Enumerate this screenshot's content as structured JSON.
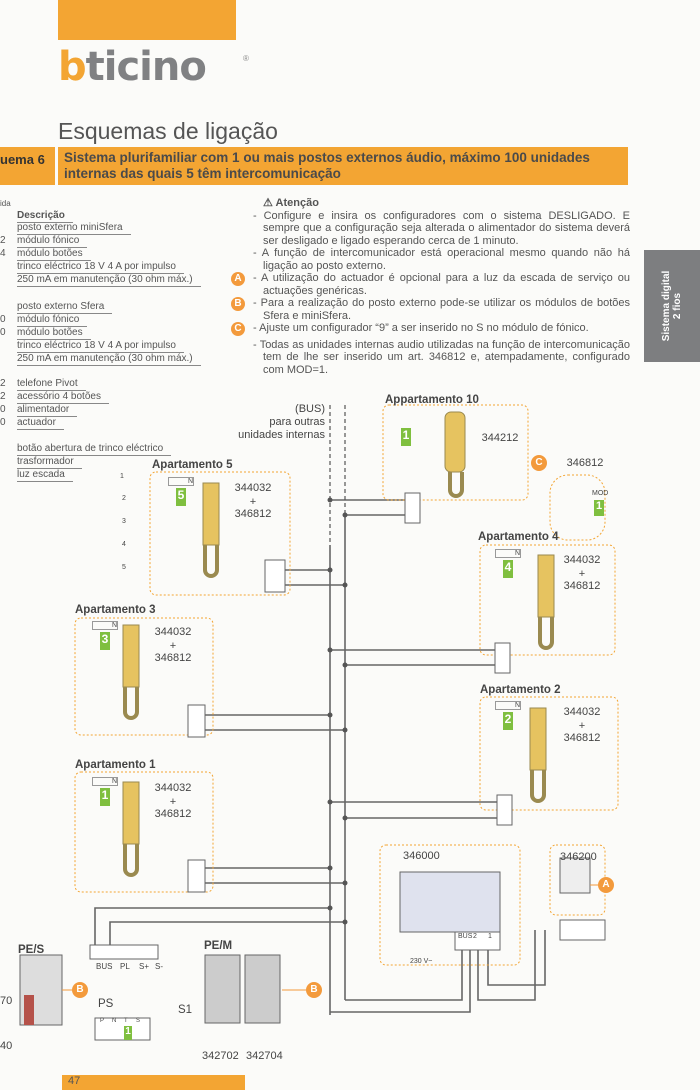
{
  "brand": {
    "logo": "bticino",
    "registered": "®"
  },
  "page_title": "Esquemas de ligação",
  "scheme": {
    "tab": "uema 6",
    "title_line1": "Sistema plurifamiliar com 1 ou mais postos externos áudio, máximo 100 unidades",
    "title_line2": "internas das quais 5 têm intercomunicação"
  },
  "side_tab": {
    "line1": "Sistema digital",
    "line2": "2 fios"
  },
  "legend": {
    "header_cut": "ida",
    "header": "Descrição",
    "rows": [
      {
        "n": "",
        "t": "posto externo miniSfera"
      },
      {
        "n": "2",
        "t": "módulo fónico"
      },
      {
        "n": "4",
        "t": "módulo botões"
      },
      {
        "n": "",
        "t": "trinco eléctrico 18 V 4 A por impulso"
      },
      {
        "n": "",
        "t": "250 mA em manutenção (30 ohm máx.)"
      },
      {
        "n": "",
        "t": "posto externo Sfera"
      },
      {
        "n": "0",
        "t": "módulo fónico"
      },
      {
        "n": "0",
        "t": "módulo botões"
      },
      {
        "n": "",
        "t": "trinco eléctrico 18 V 4 A por impulso"
      },
      {
        "n": "",
        "t": "250 mA em manutenção (30 ohm máx.)"
      },
      {
        "n": "2",
        "t": "telefone Pivot"
      },
      {
        "n": "2",
        "t": "acessório 4 botões"
      },
      {
        "n": "0",
        "t": "alimentador"
      },
      {
        "n": "0",
        "t": "actuador"
      },
      {
        "n": "",
        "t": "botão abertura de trinco eléctrico"
      },
      {
        "n": "",
        "t": "trasformador"
      },
      {
        "n": "",
        "t": "luz escada"
      }
    ]
  },
  "attention": {
    "title": "Atenção",
    "notes": [
      {
        "mark": "",
        "text": "- Configure e insira os configuradores com o sistema DESLIGADO. E sempre que a configuração seja alterada o alimentador do sistema deverá ser desligado e ligado esperando cerca de 1 minuto."
      },
      {
        "mark": "",
        "text": "- A função de intercomunicador está operacional mesmo quando não há ligação ao posto externo."
      },
      {
        "mark": "A",
        "text": "- A utilização do actuador é opcional para a luz da escada de serviço ou actuações genéricas."
      },
      {
        "mark": "B",
        "text": "- Para a realização do posto externo pode-se utilizar os módulos de botões Sfera e miniSfera."
      },
      {
        "mark": "C",
        "text": "- Ajuste um configurador “9” a ser inserido no S no módulo de fónico."
      },
      {
        "mark": "",
        "text": "- Todas as unidades internas audio utilizadas na função de intercomunicação tem de lhe ser inserido um art. 346812 e, atempadamente, configurado com MOD=1."
      }
    ]
  },
  "diagram": {
    "bus_note": {
      "l1": "(BUS)",
      "l2": "para outras",
      "l3": "unidades internas"
    },
    "apartments": [
      {
        "label": "Apartamento 5",
        "config": "5",
        "code1": "344032",
        "plus": "+",
        "code2": "346812"
      },
      {
        "label": "Apartamento 3",
        "config": "3",
        "code1": "344032",
        "plus": "+",
        "code2": "346812"
      },
      {
        "label": "Apartamento 1",
        "config": "1",
        "code1": "344032",
        "plus": "+",
        "code2": "346812"
      },
      {
        "label": "Apartamento 4",
        "config": "4",
        "code1": "344032",
        "plus": "+",
        "code2": "346812"
      },
      {
        "label": "Apartamento 2",
        "config": "2",
        "code1": "344032",
        "plus": "+",
        "code2": "346812"
      }
    ],
    "apt10": {
      "label": "Appartamento 10",
      "config": "1",
      "code": "344212"
    },
    "mod_module": {
      "mark": "C",
      "code": "346812",
      "mod_label": "MOD",
      "mod_value": "1"
    },
    "np": {
      "n": "N",
      "p": "P"
    },
    "buttons": [
      "1",
      "2",
      "3",
      "4",
      "5"
    ],
    "power": {
      "code": "346000",
      "terminals": [
        "BUS",
        "2",
        "1"
      ],
      "mains": "230 V~"
    },
    "actuator": {
      "code": "346200",
      "mark": "A"
    },
    "pes": {
      "label": "PE/S",
      "mark": "B",
      "cut_top": "70",
      "cut_bottom": "40"
    },
    "pem": {
      "label": "PE/M",
      "mark": "B",
      "codes": [
        "342702",
        "342704"
      ]
    },
    "panel_terminals": [
      "BUS",
      "PL",
      "S+",
      "S-"
    ],
    "ps": "PS",
    "s1": "S1",
    "config_header": [
      "P",
      "N",
      "T",
      "S"
    ],
    "config_value": "1"
  },
  "page_number": "47"
}
